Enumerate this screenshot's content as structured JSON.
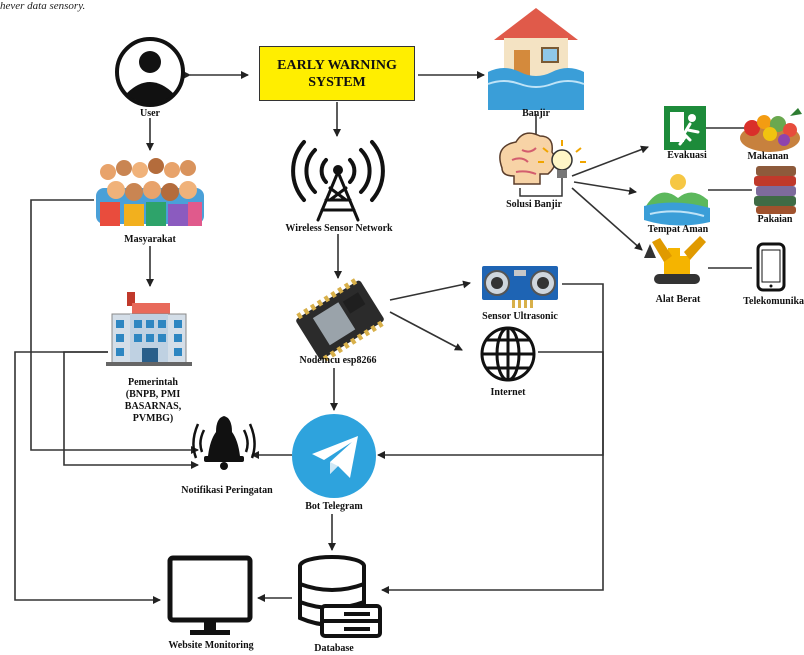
{
  "header_fragment": "hever data sensory.",
  "diagram": {
    "title_lines": [
      "EARLY WARNING",
      "SYSTEM"
    ],
    "nodes": {
      "user": "User",
      "masyarakat": "Masyarakat",
      "pemerintah": [
        "Pemerintah",
        "(BNPB, PMI",
        "BASARNAS,",
        "PVMBG)"
      ],
      "wsn": "Wireless Sensor Network",
      "nodemcu": "Nodemcu esp8266",
      "banjir": "Banjir",
      "solusi": "Solusi Banjir",
      "evakuasi": "Evakuasi",
      "makanan": "Makanan",
      "tempat_aman": "Tempat Aman",
      "pakaian": "Pakaian",
      "alat_berat": "Alat Berat",
      "telekomunikasi": "Telekomunikasi",
      "sensor": "Sensor Ultrasonic",
      "internet": "Internet",
      "notifikasi": "Notifikasi Peringatan",
      "bot": "Bot Telegram",
      "website": "Website Monitoring",
      "database": "Database"
    }
  }
}
